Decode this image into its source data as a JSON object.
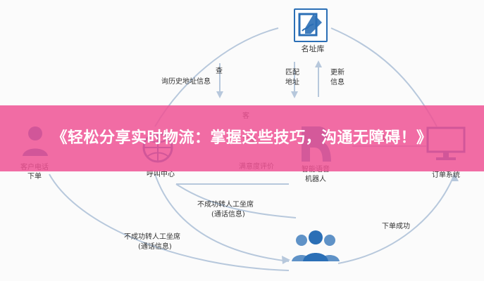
{
  "banner": {
    "title": "《轻松分享实时物流：掌握这些技巧，沟通无障碍！》"
  },
  "nodes": {
    "address_db": {
      "label": "名址库"
    },
    "call_center": {
      "label": "呼叫中心"
    },
    "customer": {
      "label_line1": "客户电话",
      "label_line2": "下单"
    },
    "ivr": {
      "label_line1": "智能语音",
      "label_line2": "机器人"
    },
    "order_system": {
      "label": "订单系统"
    }
  },
  "edges": {
    "query": {
      "label_line1": "查",
      "label_line2": "询历史地址信息"
    },
    "match": {
      "label_line1": "匹配",
      "label_line2": "地址"
    },
    "update": {
      "label_line1": "更新",
      "label_line2": "信息"
    },
    "satisfaction": {
      "label": "满意度评价"
    },
    "fail_to_agent_a": {
      "label_line1": "不成功转人工坐席",
      "label_line2": "(通话信息)"
    },
    "fail_to_agent_b": {
      "label_line1": "不成功转人工坐席",
      "label_line2": "(通话信息)"
    },
    "order_success": {
      "label": "下单成功"
    },
    "partial_1": {
      "label": "客"
    },
    "partial_2": {
      "label": "下单"
    },
    "partial_3": {
      "label": "成功"
    }
  },
  "colors": {
    "banner": "#ee5294",
    "accent_blue": "#2b6fb6",
    "arrow_gray": "#b7c8dc"
  }
}
